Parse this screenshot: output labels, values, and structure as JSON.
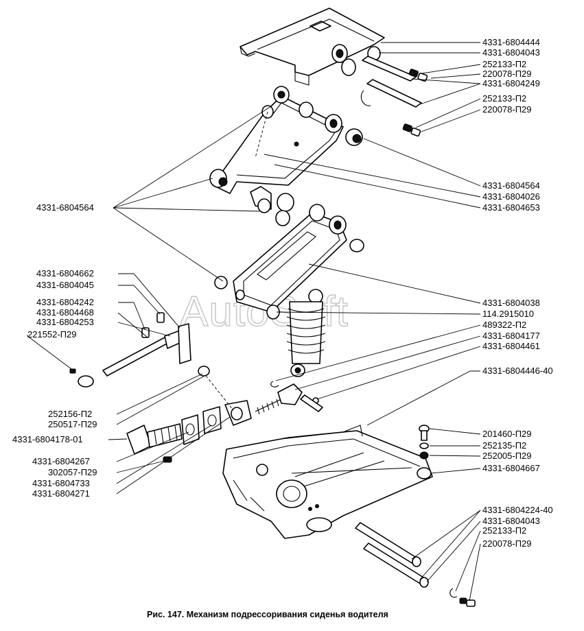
{
  "watermark": "AutoSoft",
  "caption": "Рис. 147. Механизм подрессоривания сиденья водителя",
  "labels_right": [
    "4331-6804444",
    "4331-6804043",
    "252133-П2",
    "220078-П29",
    "4331-6804249",
    "252133-П2",
    "220078-П29",
    "4331-6804564",
    "4331-6804026",
    "4331-6804653",
    "4331-6804038",
    "114.2915010",
    "489322-П2",
    "4331-6804177",
    "4331-6804461",
    "4331-6804446-40",
    "201460-П29",
    "252135-П2",
    "252005-П29",
    "4331-6804667",
    "4331-6804224-40",
    "4331-6804043",
    "252133-П2",
    "220078-П29"
  ],
  "labels_left": [
    "4331-6804564",
    "4331-6804662",
    "4331-6804045",
    "4331-6804242",
    "4331-6804468",
    "4331-6804253",
    "221552-П29",
    "252156-П2",
    "250517-П29",
    "4331-6804178-01",
    "4331-6804267",
    "302057-П29",
    "4331-6804733",
    "4331-6804271"
  ]
}
